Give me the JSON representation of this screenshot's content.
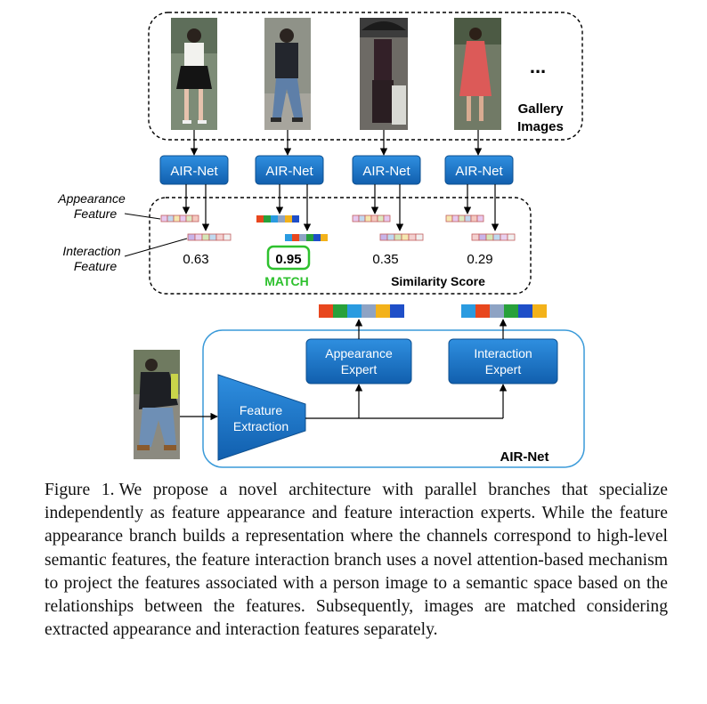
{
  "gallery": {
    "label_line1": "Gallery",
    "label_line2": "Images",
    "ellipsis": "...",
    "images": [
      {
        "person": "woman-black-white-dress"
      },
      {
        "person": "man-dark-jacket"
      },
      {
        "person": "woman-umbrella"
      },
      {
        "person": "woman-red-dress"
      }
    ]
  },
  "airnet_block_label": "AIR-Net",
  "legend": {
    "appearance_line1": "Appearance",
    "appearance_line2": "Feature",
    "interaction_line1": "Interaction",
    "interaction_line2": "Feature"
  },
  "scores": [
    {
      "value": "0.63",
      "match": false
    },
    {
      "value": "0.95",
      "match": true
    },
    {
      "value": "0.35",
      "match": false
    },
    {
      "value": "0.29",
      "match": false
    }
  ],
  "match_label": "MATCH",
  "similarity_label": "Similarity Score",
  "airnet_module": {
    "label": "AIR-Net",
    "feature_extraction_line1": "Feature",
    "feature_extraction_line2": "Extraction",
    "appearance_expert_line1": "Appearance",
    "appearance_expert_line2": "Expert",
    "interaction_expert_line1": "Interaction",
    "interaction_expert_line2": "Expert"
  },
  "colors": {
    "block_blue": "#1a73c8",
    "block_border": "#0d4f8f",
    "module_border": "#3a9ad9",
    "match_green": "#2ec12e"
  },
  "caption": {
    "figure_label": "Figure 1.",
    "text": "We propose a novel architecture with parallel branches that specialize independently as feature appearance and feature interaction experts.  While the feature appearance branch builds a representation where the channels correspond to high-level semantic features, the feature interaction branch uses a novel attention-based mechanism to project the features associated with a person image to a semantic space based on the relationships between the features. Subsequently, images are matched considering extracted appearance and interaction features separately."
  }
}
